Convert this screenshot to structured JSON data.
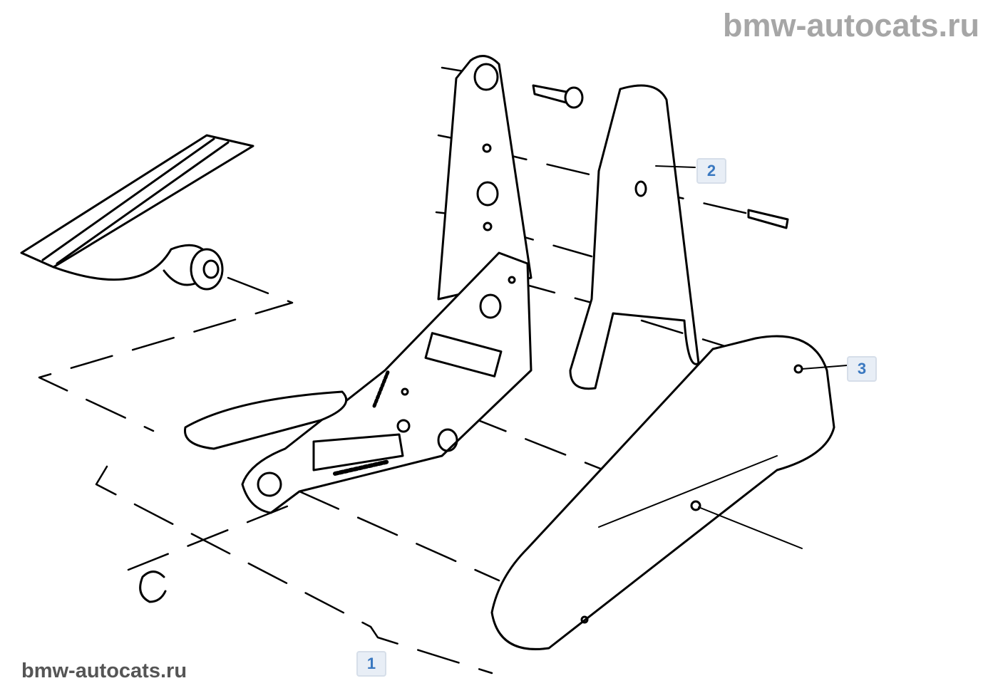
{
  "watermark_top": "bmw-autocats.ru",
  "watermark_bottom": "bmw-autocats.ru",
  "callouts": [
    {
      "label": "1"
    },
    {
      "label": "2"
    },
    {
      "label": "3"
    }
  ]
}
